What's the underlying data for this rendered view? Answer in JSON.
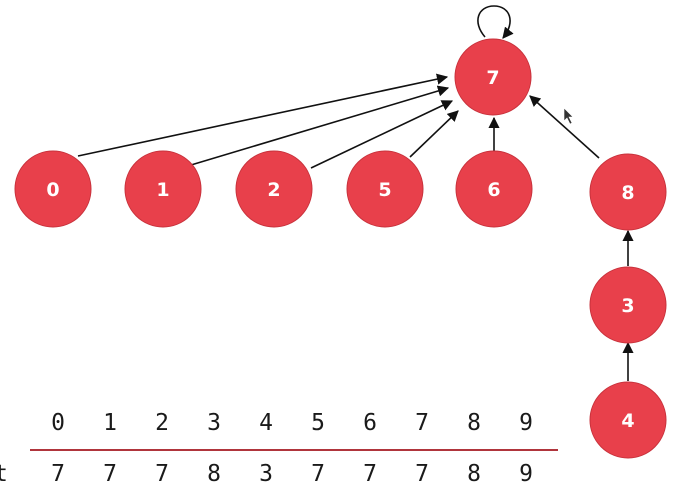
{
  "colors": {
    "node_fill": "#e8404b",
    "node_stroke": "#c8323c",
    "edge": "#111111",
    "table_rule": "#b0353c",
    "cursor": "#333333"
  },
  "tree": {
    "nodes": [
      {
        "id": "n7",
        "label": "7"
      },
      {
        "id": "n0",
        "label": "0"
      },
      {
        "id": "n1",
        "label": "1"
      },
      {
        "id": "n2",
        "label": "2"
      },
      {
        "id": "n5",
        "label": "5"
      },
      {
        "id": "n6",
        "label": "6"
      },
      {
        "id": "n8",
        "label": "8"
      },
      {
        "id": "n3",
        "label": "3"
      },
      {
        "id": "n4",
        "label": "4"
      }
    ],
    "edges": [
      {
        "from": "n0",
        "to": "n7"
      },
      {
        "from": "n1",
        "to": "n7"
      },
      {
        "from": "n2",
        "to": "n7"
      },
      {
        "from": "n5",
        "to": "n7"
      },
      {
        "from": "n6",
        "to": "n7"
      },
      {
        "from": "n8",
        "to": "n7"
      },
      {
        "from": "n3",
        "to": "n8"
      },
      {
        "from": "n4",
        "to": "n3"
      },
      {
        "from": "n7",
        "to": "n7"
      }
    ]
  },
  "table": {
    "index_row": [
      "0",
      "1",
      "2",
      "3",
      "4",
      "5",
      "6",
      "7",
      "8",
      "9"
    ],
    "row_label": "t",
    "value_row": [
      "7",
      "7",
      "7",
      "8",
      "3",
      "7",
      "7",
      "7",
      "8",
      "9"
    ]
  }
}
